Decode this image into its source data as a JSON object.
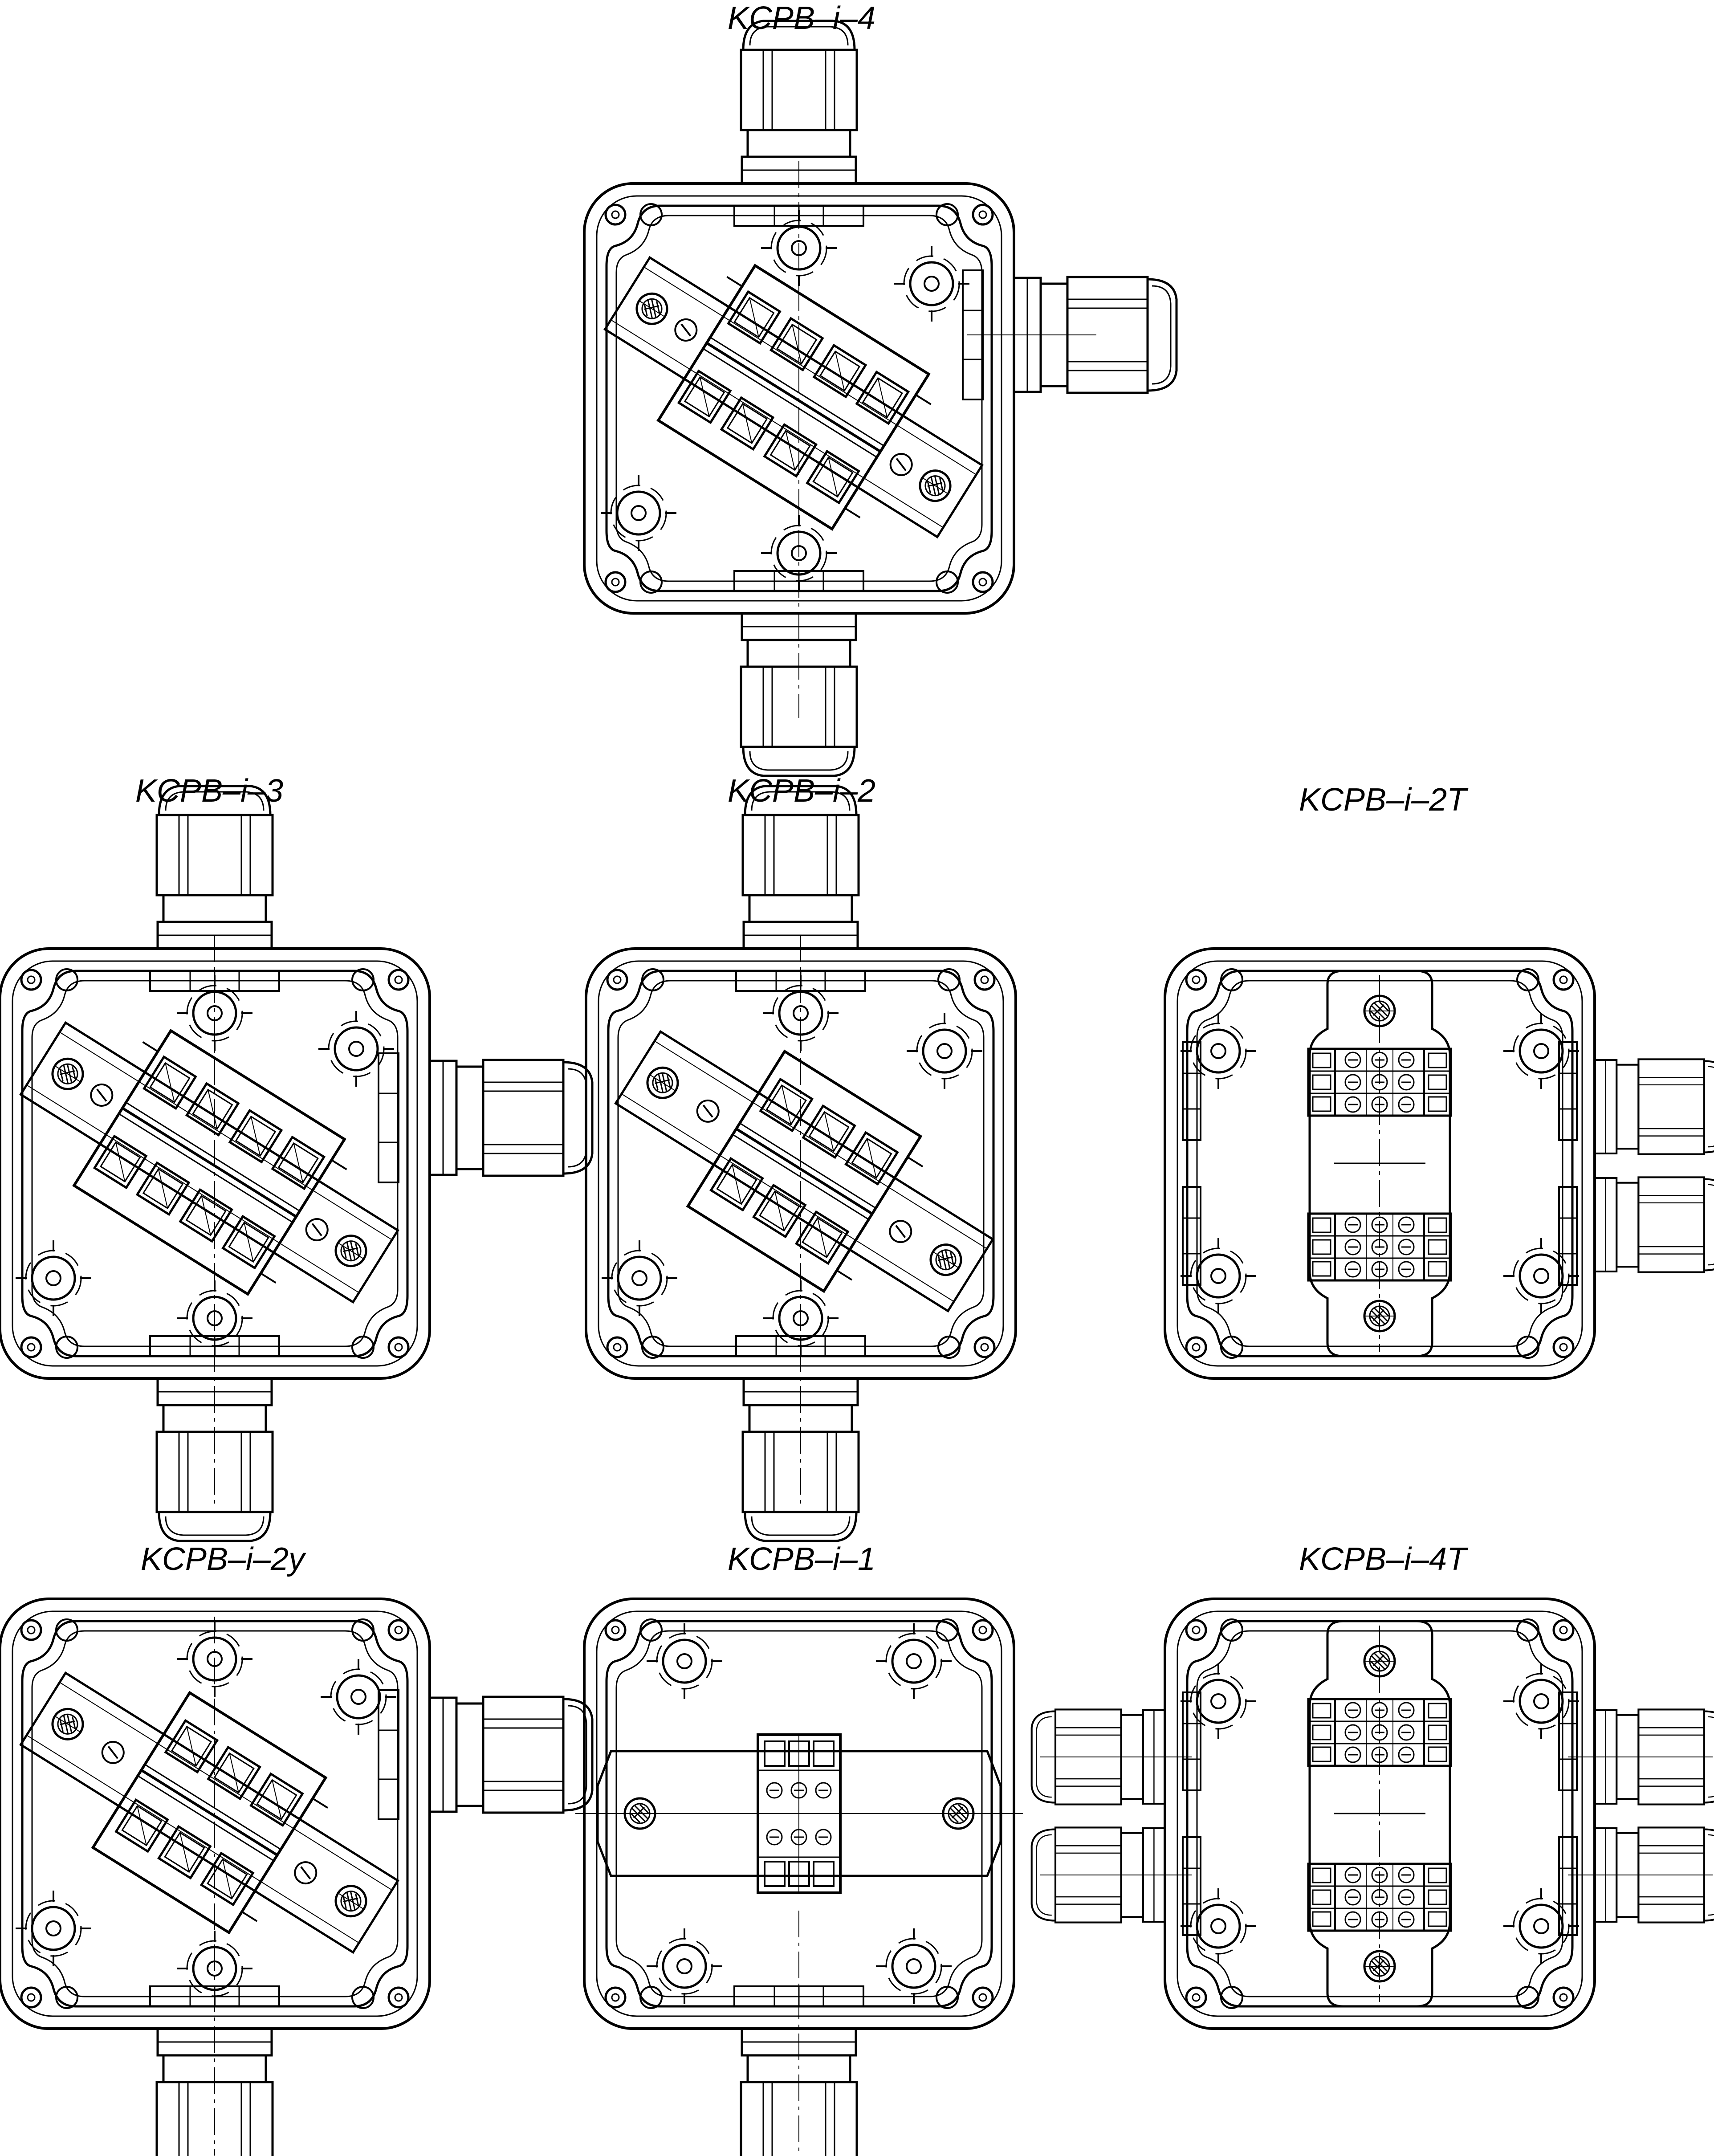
{
  "labels": {
    "ksrv_4": "KCPB–i–4",
    "ksrv_3": "KCPB–i–3",
    "ksrv_2": "KCPB–i–2",
    "ksrv_2t": "KCPB–i–2T",
    "ksrv_2u": "KCPB–i–2y",
    "ksrv_1": "KCPB–i–1",
    "ksrv_4t": "KCPB–i–4T"
  },
  "colors": {
    "line": "#000000",
    "background": "#ffffff"
  }
}
